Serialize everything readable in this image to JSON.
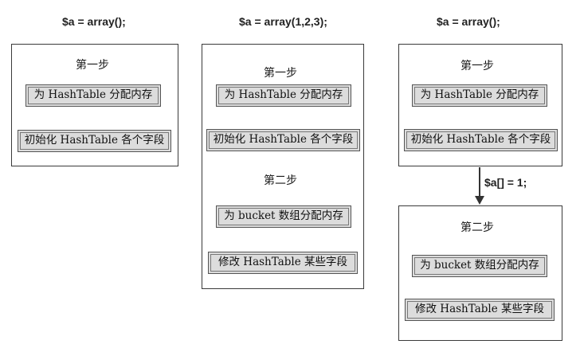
{
  "columns": [
    {
      "code": "$a = array();",
      "steps": [
        {
          "title": "第一步",
          "actions": [
            "为 HashTable 分配内存",
            "初始化 HashTable 各个字段"
          ]
        }
      ]
    },
    {
      "code": "$a = array(1,2,3);",
      "steps": [
        {
          "title": "第一步",
          "actions": [
            "为 HashTable 分配内存",
            "初始化 HashTable 各个字段"
          ]
        },
        {
          "title": "第二步",
          "actions": [
            "为 bucket 数组分配内存",
            "修改 HashTable 某些字段"
          ]
        }
      ]
    },
    {
      "code": "$a = array();",
      "steps": [
        {
          "title": "第一步",
          "actions": [
            "为 HashTable 分配内存",
            "初始化 HashTable 各个字段"
          ]
        },
        {
          "title": "第二步",
          "actions": [
            "为 bucket 数组分配内存",
            "修改 HashTable 某些字段"
          ]
        }
      ],
      "transition_label": "$a[] = 1;"
    }
  ]
}
